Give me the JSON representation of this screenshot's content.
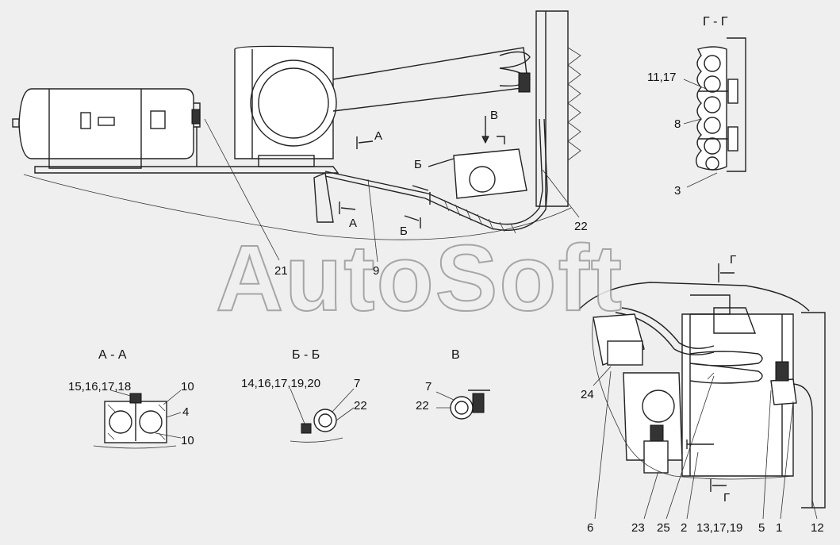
{
  "watermark": "AutoSoft",
  "sections": {
    "aa": "А - А",
    "bb": "Б - Б",
    "v": "В",
    "gg": "Г - Г"
  },
  "view_marks": {
    "a_top": "А",
    "a_bottom": "А",
    "b_top": "Б",
    "b_bottom": "Б",
    "v_arrow": "В",
    "g_top": "Г",
    "g_bottom": "Г"
  },
  "callouts": {
    "c21": "21",
    "c9": "9",
    "c22_main": "22",
    "c11_17": "11,17",
    "c8": "8",
    "c3": "3",
    "c15_18": "15,16,17,18",
    "c10_top": "10",
    "c4": "4",
    "c10_bottom": "10",
    "c14_20": "14,16,17,19,20",
    "c7_bb": "7",
    "c22_bb": "22",
    "c7_v": "7",
    "c22_v": "22",
    "c24": "24",
    "c6": "6",
    "c23": "23",
    "c25": "25",
    "c2": "2",
    "c13_19": "13,17,19",
    "c5": "5",
    "c1": "1",
    "c12": "12"
  }
}
